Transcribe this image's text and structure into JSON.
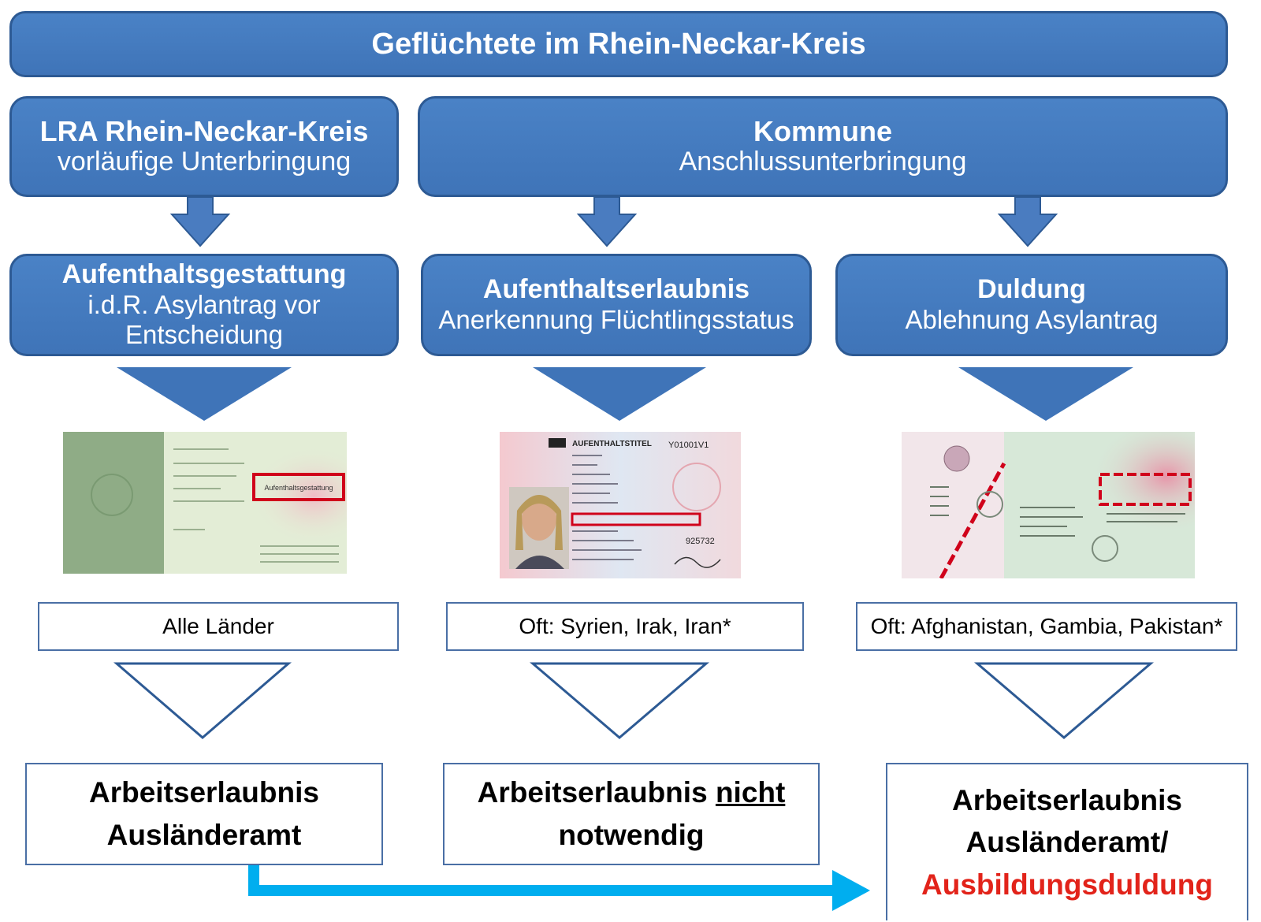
{
  "header": {
    "title": "Geflüchtete im Rhein-Neckar-Kreis"
  },
  "level1": {
    "lra": {
      "title": "LRA Rhein-Neckar-Kreis",
      "subtitle": "vorläufige Unterbringung"
    },
    "kommune": {
      "title": "Kommune",
      "subtitle": "Anschlussunterbringung"
    }
  },
  "status": {
    "gestattung": {
      "title": "Aufenthaltsgestattung",
      "line1": "i.d.R. Asylantrag vor",
      "line2": "Entscheidung"
    },
    "erlaubnis": {
      "title": "Aufenthaltserlaubnis",
      "subtitle": "Anerkennung Flüchtlingsstatus"
    },
    "duldung": {
      "title": "Duldung",
      "subtitle": "Ablehnung Asylantrag"
    }
  },
  "documents": {
    "gestattung_stamp": "Aufenthaltsgestattung",
    "erlaubnis_header": "AUFENTHALTSTITEL",
    "erlaubnis_number": "Y01001V1",
    "erlaubnis_code": "925732"
  },
  "countries": {
    "gestattung": "Alle Länder",
    "erlaubnis": "Oft: Syrien, Irak, Iran*",
    "duldung": "Oft: Afghanistan, Gambia, Pakistan*"
  },
  "results": {
    "gestattung": {
      "line1": "Arbeitserlaubnis",
      "line2": "Ausländeramt"
    },
    "erlaubnis": {
      "line1_a": "Arbeitserlaubnis ",
      "line1_b": "nicht",
      "line2": "notwendig"
    },
    "duldung": {
      "line1": "Arbeitserlaubnis",
      "line2": "Ausländeramt/",
      "line3": "Ausbildungsduldung"
    }
  },
  "colors": {
    "box_blue": "#4a82c6",
    "arrow_cyan": "#00aeef",
    "highlight_red": "#e2231a"
  }
}
